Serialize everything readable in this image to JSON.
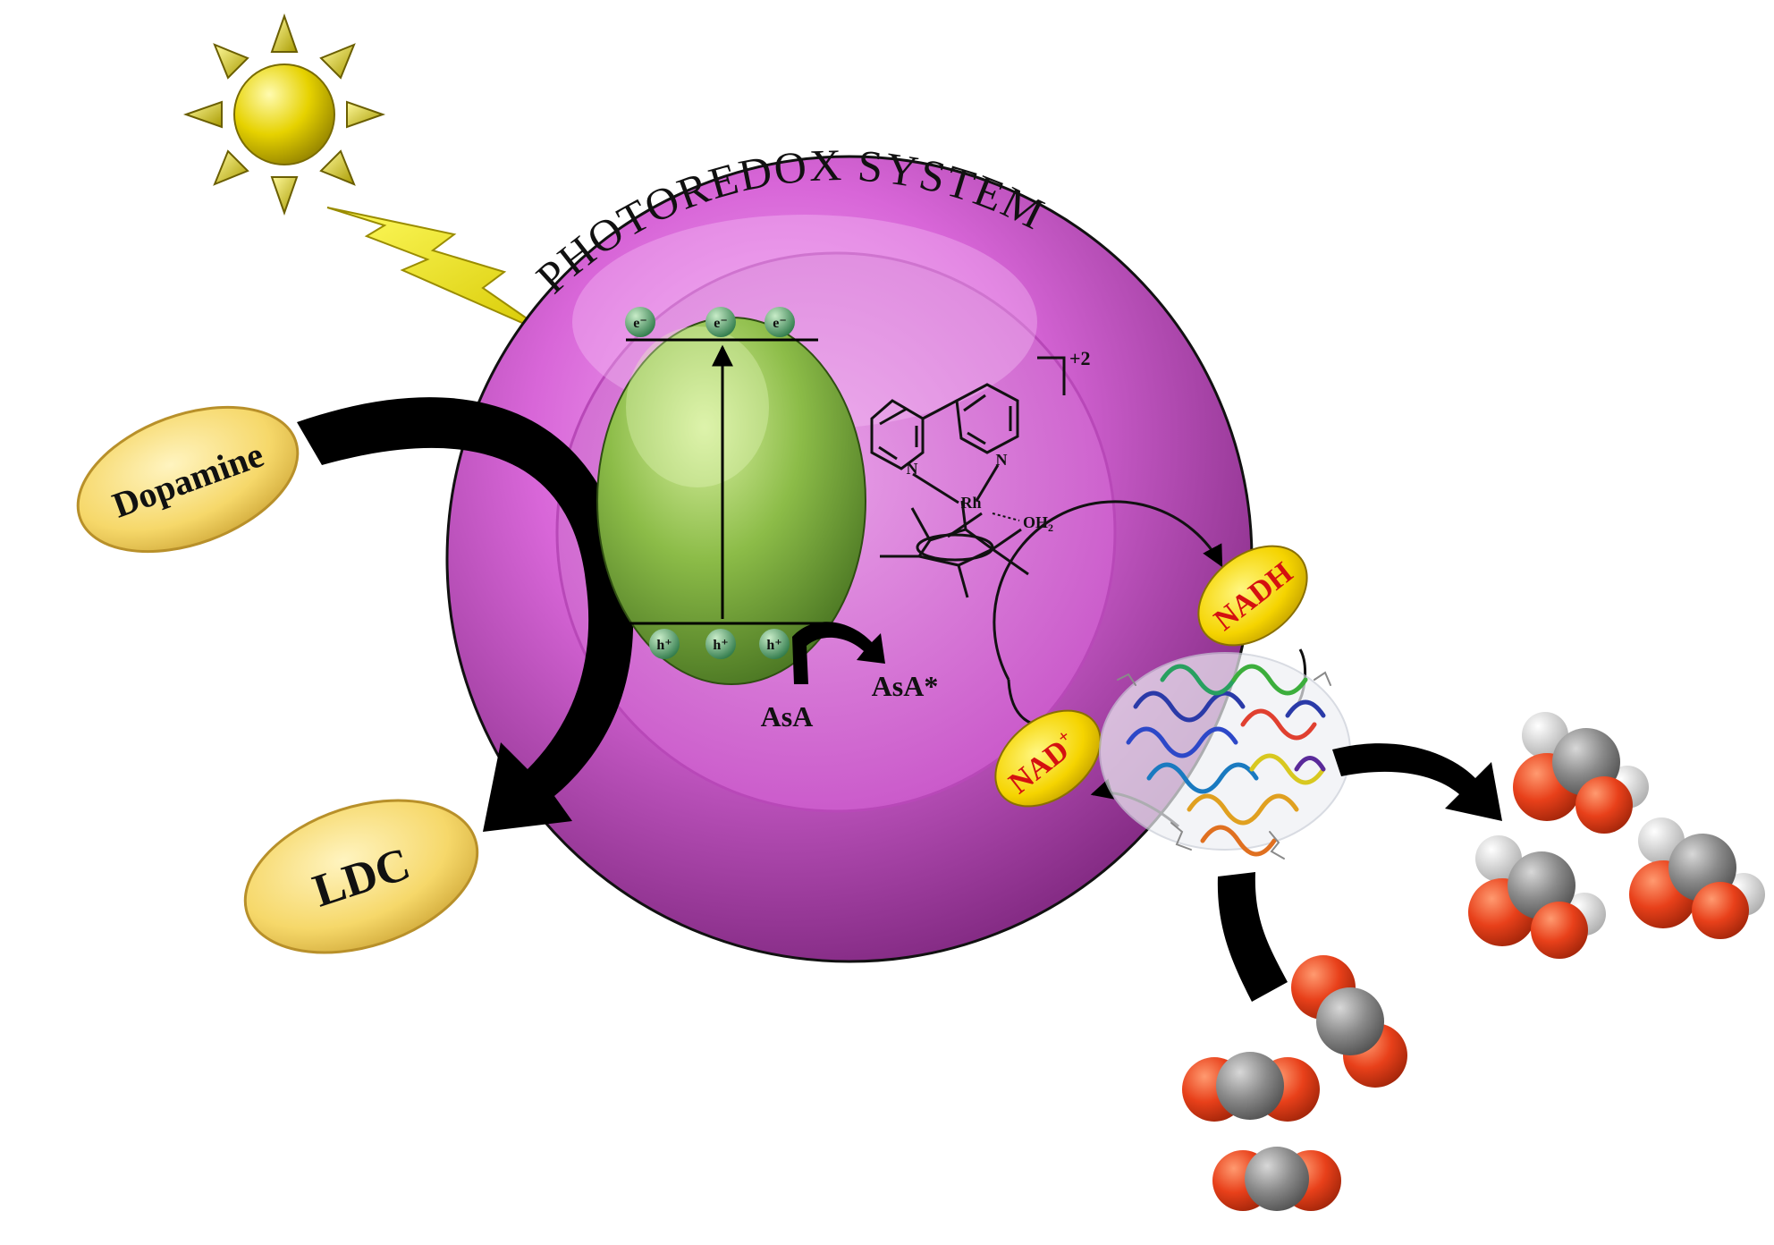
{
  "diagram": {
    "title": "PHOTOREDOX SYSTEM",
    "electron_label": "e⁻",
    "hole_label": "h⁺",
    "dopamine_label": "Dopamine",
    "ldc_label": "LDC",
    "asa_label": "AsA",
    "asa_star_label": "AsA*",
    "nadh_label": "NADH",
    "nad_label": "NAD",
    "nad_sup": "+",
    "rh_label": "Rh",
    "n_label": "N",
    "oh2_label": "OH",
    "oh2_sub": "2",
    "charge_label": "+2",
    "icons": {
      "sun": "sun-icon",
      "lightning": "lightning-bolt-icon",
      "enzyme": "enzyme-protein-icon",
      "co2": "co2-molecule-icon",
      "formic_acid": "formic-acid-molecule-icon"
    },
    "colors": {
      "sphere": "#d35fd3",
      "semiconductor": "#7fae3a",
      "label_fill": "#f6d86a",
      "nad_fill": "#f5d400",
      "nad_text": "#d41010",
      "oxygen": "#e8401a",
      "carbon": "#8a8a8a",
      "hydrogen": "#f0f0f0",
      "sun": "#e6d200"
    }
  }
}
